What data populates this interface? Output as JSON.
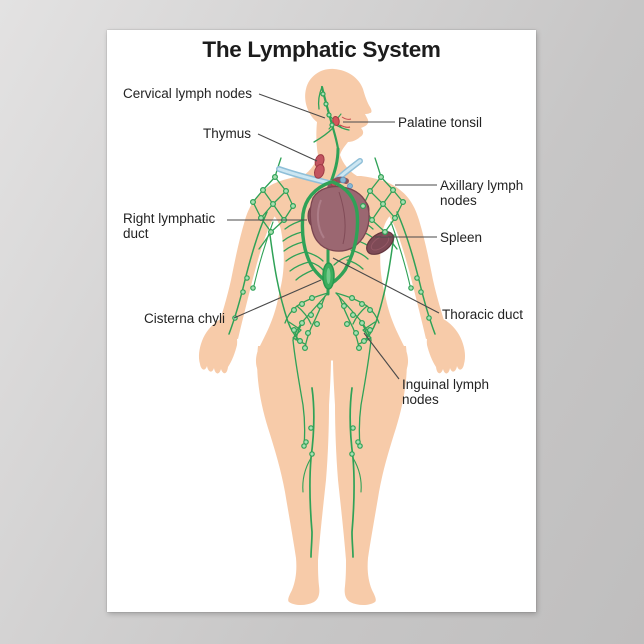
{
  "poster": {
    "title": "The Lymphatic System",
    "labels": {
      "cervical": {
        "text": "Cervical lymph nodes"
      },
      "thymus": {
        "text": "Thymus"
      },
      "right_lymphatic_duct": {
        "text": "Right lymphatic duct"
      },
      "cisterna_chyli": {
        "text": "Cisterna chyli"
      },
      "palatine_tonsil": {
        "text": "Palatine tonsil"
      },
      "axillary": {
        "text": "Axillary lymph nodes"
      },
      "spleen": {
        "text": "Spleen"
      },
      "thoracic_duct": {
        "text": "Thoracic duct"
      },
      "inguinal": {
        "text": "Inguinal lymph nodes"
      }
    },
    "colors": {
      "background_gray": "#c7c6c6",
      "paper_white": "#ffffff",
      "skin": "#f7cba9",
      "lymph_vessel_green": "#2fa257",
      "lymph_node_fill": "#a9dfb2",
      "heart_mauve": "#9b6771",
      "heart_outline": "#7b4551",
      "spleen": "#7e4a56",
      "thymus_red": "#c25460",
      "tonsil_red": "#d5565a",
      "duct_blue": "#8fbfd8",
      "leader_line": "#4a4a4a",
      "text": "#232323"
    }
  }
}
